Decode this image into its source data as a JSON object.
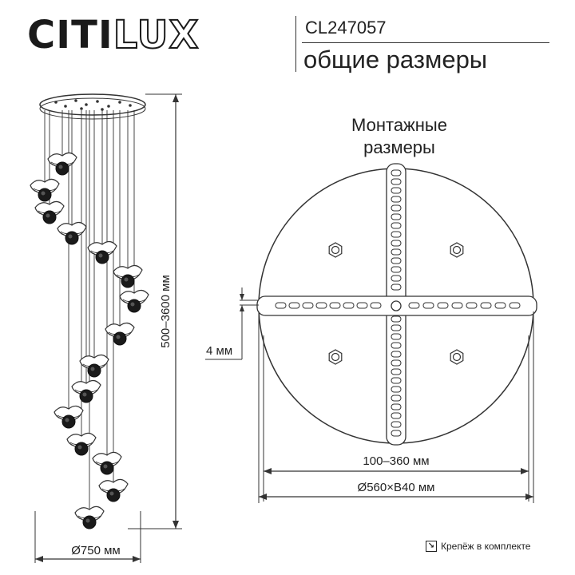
{
  "header": {
    "brand_left": "CITI",
    "brand_right": "LUX",
    "model": "CL247057",
    "subtitle": "общие размеры"
  },
  "mounting": {
    "title_line1": "Монтажные",
    "title_line2": "размеры"
  },
  "dimensions": {
    "height": "500–3600 мм",
    "diameter": "Ø750 мм",
    "rail_gap": "4 мм",
    "mount_span": "100–360 мм",
    "canopy": "Ø560×В40 мм"
  },
  "footer": {
    "note": "Крепёж в комплекте",
    "icon": "hardware-kit-icon"
  },
  "colors": {
    "line": "#333333",
    "plate": "#ffffff",
    "shade": "#1a1a1a"
  }
}
